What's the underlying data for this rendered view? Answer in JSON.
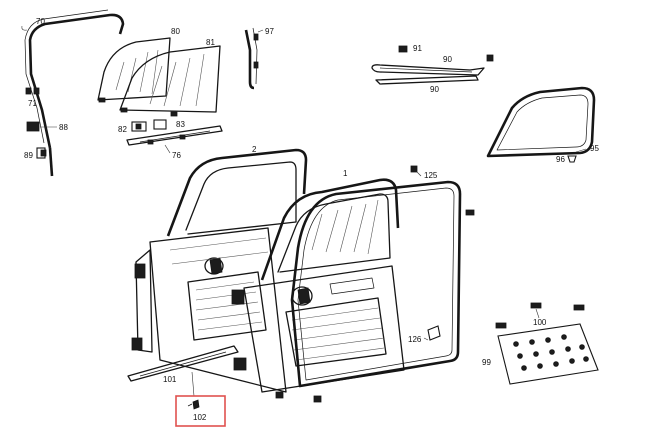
{
  "highlight_color": "#e0514f",
  "labels": {
    "l70": "70",
    "l71": "71",
    "l88": "88",
    "l89": "89",
    "l80": "80",
    "l81": "81",
    "l82": "82",
    "l83": "83",
    "l76": "76",
    "l97": "97",
    "l91": "91",
    "l90a": "90",
    "l90b": "90",
    "l95": "95",
    "l96": "96",
    "l2": "2",
    "l1": "1",
    "l125": "125",
    "l126": "126",
    "l100": "100",
    "l99": "99",
    "l101": "101",
    "l102": "102"
  }
}
